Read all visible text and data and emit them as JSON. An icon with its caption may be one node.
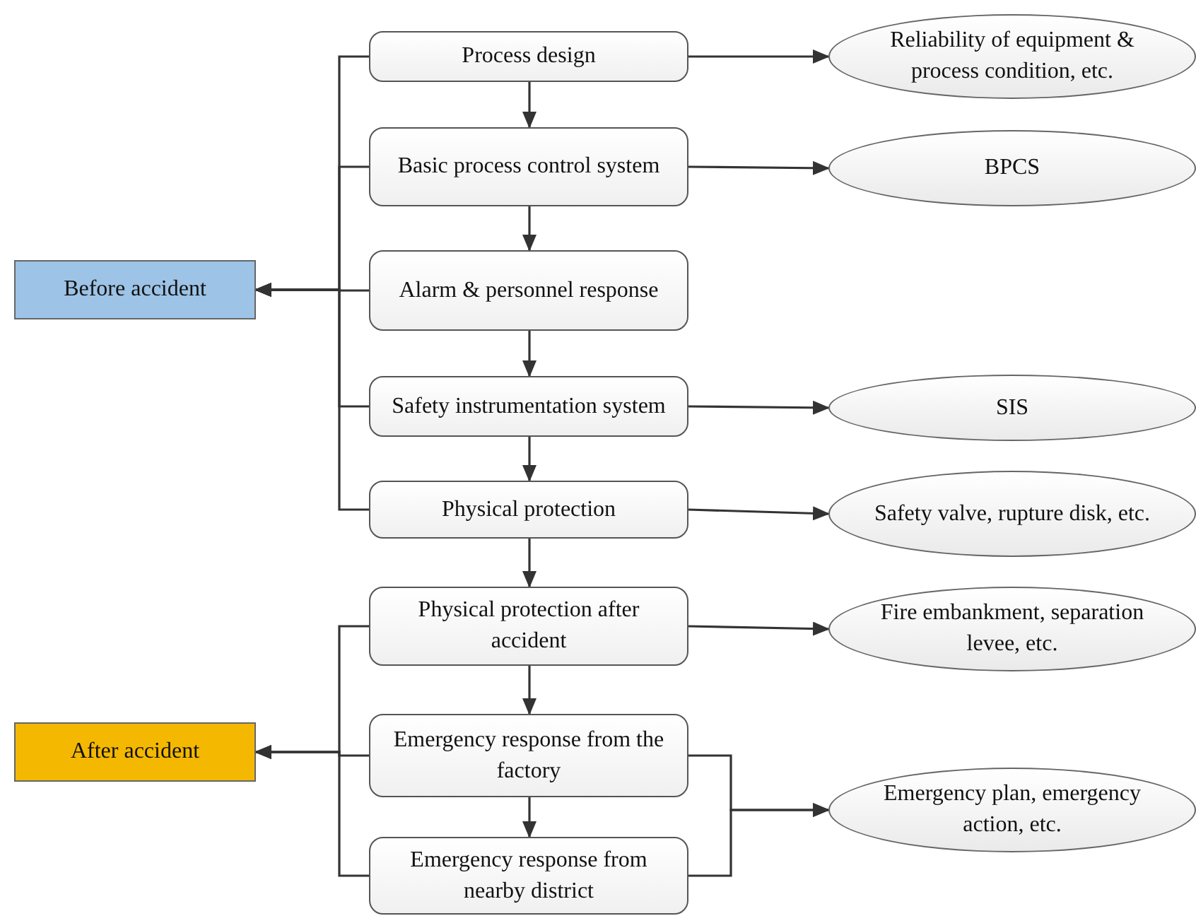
{
  "diagram": {
    "nodes": [
      {
        "text": [
          "Before accident"
        ]
      },
      {
        "text": [
          "After accident"
        ]
      },
      {
        "text": [
          "Process design"
        ]
      },
      {
        "text": [
          "Basic process control system"
        ]
      },
      {
        "text": [
          "Alarm & personnel response"
        ]
      },
      {
        "text": [
          "Safety instrumentation system"
        ]
      },
      {
        "text": [
          "Physical protection"
        ]
      },
      {
        "text": [
          "Physical protection after accident"
        ]
      },
      {
        "text": [
          "Emergency response from the factory"
        ]
      },
      {
        "text": [
          "Emergency response from nearby district"
        ]
      },
      {
        "text": [
          "Reliability of equipment & process condition, etc."
        ]
      },
      {
        "text": [
          "BPCS"
        ]
      },
      {
        "text": [
          "SIS"
        ]
      },
      {
        "text": [
          "Safety valve, rupture disk, etc."
        ]
      },
      {
        "text": [
          "Fire embankment, separation levee, etc."
        ]
      },
      {
        "text": [
          "Emergency plan, emergency action, etc."
        ]
      }
    ],
    "edges": [
      {
        "from": 2,
        "to": 3,
        "arrow": "to"
      },
      {
        "from": 3,
        "to": 4,
        "arrow": "to"
      },
      {
        "from": 4,
        "to": 5,
        "arrow": "to"
      },
      {
        "from": 5,
        "to": 6,
        "arrow": "to"
      },
      {
        "from": 6,
        "to": 7,
        "arrow": "to"
      },
      {
        "from": 7,
        "to": 8,
        "arrow": "to"
      },
      {
        "from": 8,
        "to": 9,
        "arrow": "to"
      },
      {
        "from": 2,
        "to": 0,
        "arrow": "to"
      },
      {
        "from": 3,
        "to": 0,
        "arrow": "to"
      },
      {
        "from": 4,
        "to": 0,
        "arrow": "to"
      },
      {
        "from": 5,
        "to": 0,
        "arrow": "to"
      },
      {
        "from": 6,
        "to": 0,
        "arrow": "to"
      },
      {
        "from": 7,
        "to": 1,
        "arrow": "to"
      },
      {
        "from": 8,
        "to": 1,
        "arrow": "to"
      },
      {
        "from": 9,
        "to": 1,
        "arrow": "to"
      },
      {
        "from": 2,
        "to": 10,
        "arrow": "to"
      },
      {
        "from": 3,
        "to": 11,
        "arrow": "to"
      },
      {
        "from": 5,
        "to": 12,
        "arrow": "to"
      },
      {
        "from": 6,
        "to": 13,
        "arrow": "to"
      },
      {
        "from": 7,
        "to": 14,
        "arrow": "to"
      },
      {
        "from": 8,
        "to": 15,
        "arrow": "to"
      },
      {
        "from": 9,
        "to": 15,
        "arrow": "to"
      }
    ]
  }
}
